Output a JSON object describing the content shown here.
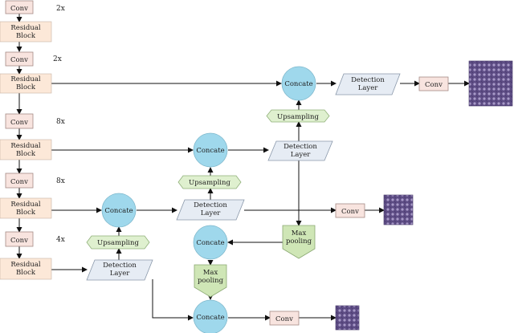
{
  "backbone": [
    {
      "conv": "Conv",
      "repeat": "2x",
      "block": "Residual Block"
    },
    {
      "conv": "Conv",
      "repeat": "2x",
      "block": "Residual Block"
    },
    {
      "conv": "Conv",
      "repeat": "8x",
      "block": "Residual Block"
    },
    {
      "conv": "Conv",
      "repeat": "8x",
      "block": "Residual Block"
    },
    {
      "conv": "Conv",
      "repeat": "4x",
      "block": "Residual Block"
    }
  ],
  "labels": {
    "concate": "Concate",
    "detection_layer": "Detection Layer",
    "upsampling": "Upsampling",
    "max_pooling": "Max pooling",
    "conv": "Conv"
  },
  "colors": {
    "conv_fill": "#f8e4df",
    "residual_fill": "#fce8d8",
    "concate_fill": "#9fd8ec",
    "detection_fill": "#e6ecf4",
    "upsampling_fill": "#dff0cf",
    "pooling_fill": "#cfe6b6",
    "output_map": "#6a5a8e"
  }
}
